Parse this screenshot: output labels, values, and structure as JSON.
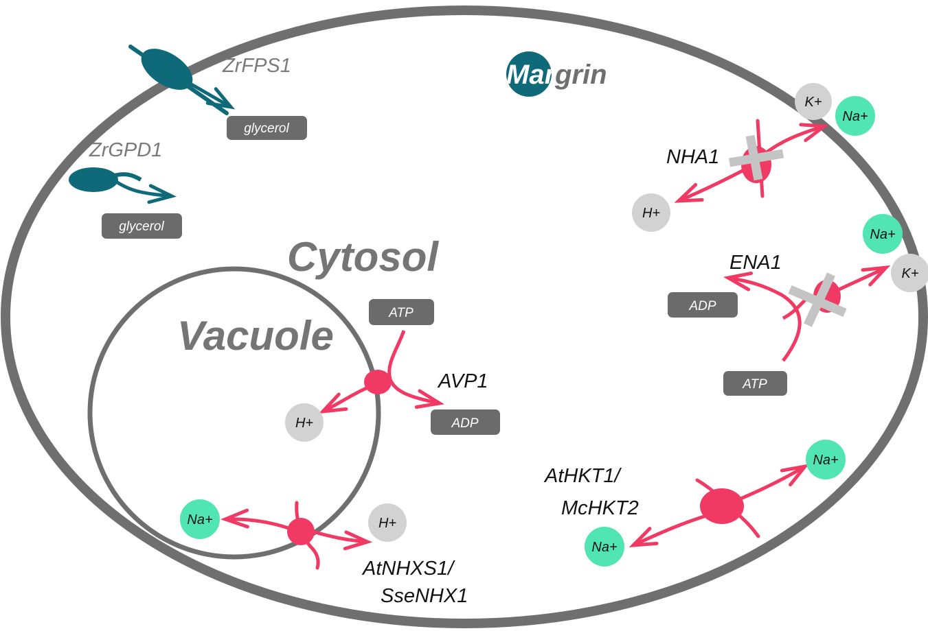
{
  "labels": {
    "cytosol": "Cytosol",
    "vacuole": "Vacuole",
    "mangrin_prefix": "Man",
    "mangrin_suffix": "grin"
  },
  "genes": {
    "zrfps1": "ZrFPS1",
    "zrgpd1": "ZrGPD1",
    "avp1": "AVP1",
    "nha1": "NHA1",
    "ena1": "ENA1",
    "hkt_line1": "AtHKT1/",
    "hkt_line2": "McHKT2",
    "nhx_line1": "AtNHXS1/",
    "nhx_line2": "SseNHX1"
  },
  "molecules": {
    "glycerol_1": "glycerol",
    "glycerol_2": "glycerol",
    "atp_vacuole": "ATP",
    "adp_vacuole": "ADP",
    "adp_ena": "ADP",
    "atp_ena": "ATP"
  },
  "ions": {
    "k_nha": "K+",
    "na_nha": "Na+",
    "h_nha": "H+",
    "na_ena": "Na+",
    "k_ena": "K+",
    "h_avp": "H+",
    "na_nhx": "Na+",
    "h_nhx": "H+",
    "na_hkt_out": "Na+",
    "na_hkt_in": "Na+"
  },
  "colors": {
    "membrane": "#6f6f6f",
    "transporter": "#f03a64",
    "teal": "#0e6a78",
    "sodium": "#52e5b4",
    "ion_grey": "#d2d2d2",
    "box": "#6b6b6b",
    "blocked": "#c4c4c4"
  }
}
